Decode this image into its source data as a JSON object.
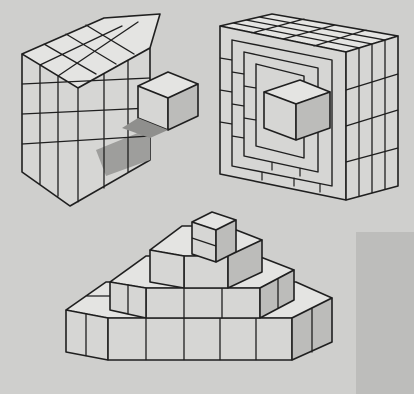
{
  "figure": {
    "palette": {
      "paper": "#cfcfcd",
      "paper_shade": "#bdbdbb",
      "face_top": "#e4e4e2",
      "face_front": "#d6d6d4",
      "face_side": "#bcbcba",
      "face_shadow": "#9e9e9c",
      "ink": "#1f1f1f"
    },
    "solids": [
      {
        "id": "cube-with-protrusion",
        "base_grid": [
          4,
          4,
          4
        ],
        "protrusion_cubes": 1
      },
      {
        "id": "nested-frame-cube",
        "base_grid": [
          4,
          4,
          4
        ],
        "frame_rings": 3,
        "inner_cube": 1
      },
      {
        "id": "stepped-pyramid",
        "layers": [
          [
            5,
            5
          ],
          [
            3,
            3
          ],
          [
            1,
            1
          ]
        ],
        "levels": 4
      }
    ]
  }
}
